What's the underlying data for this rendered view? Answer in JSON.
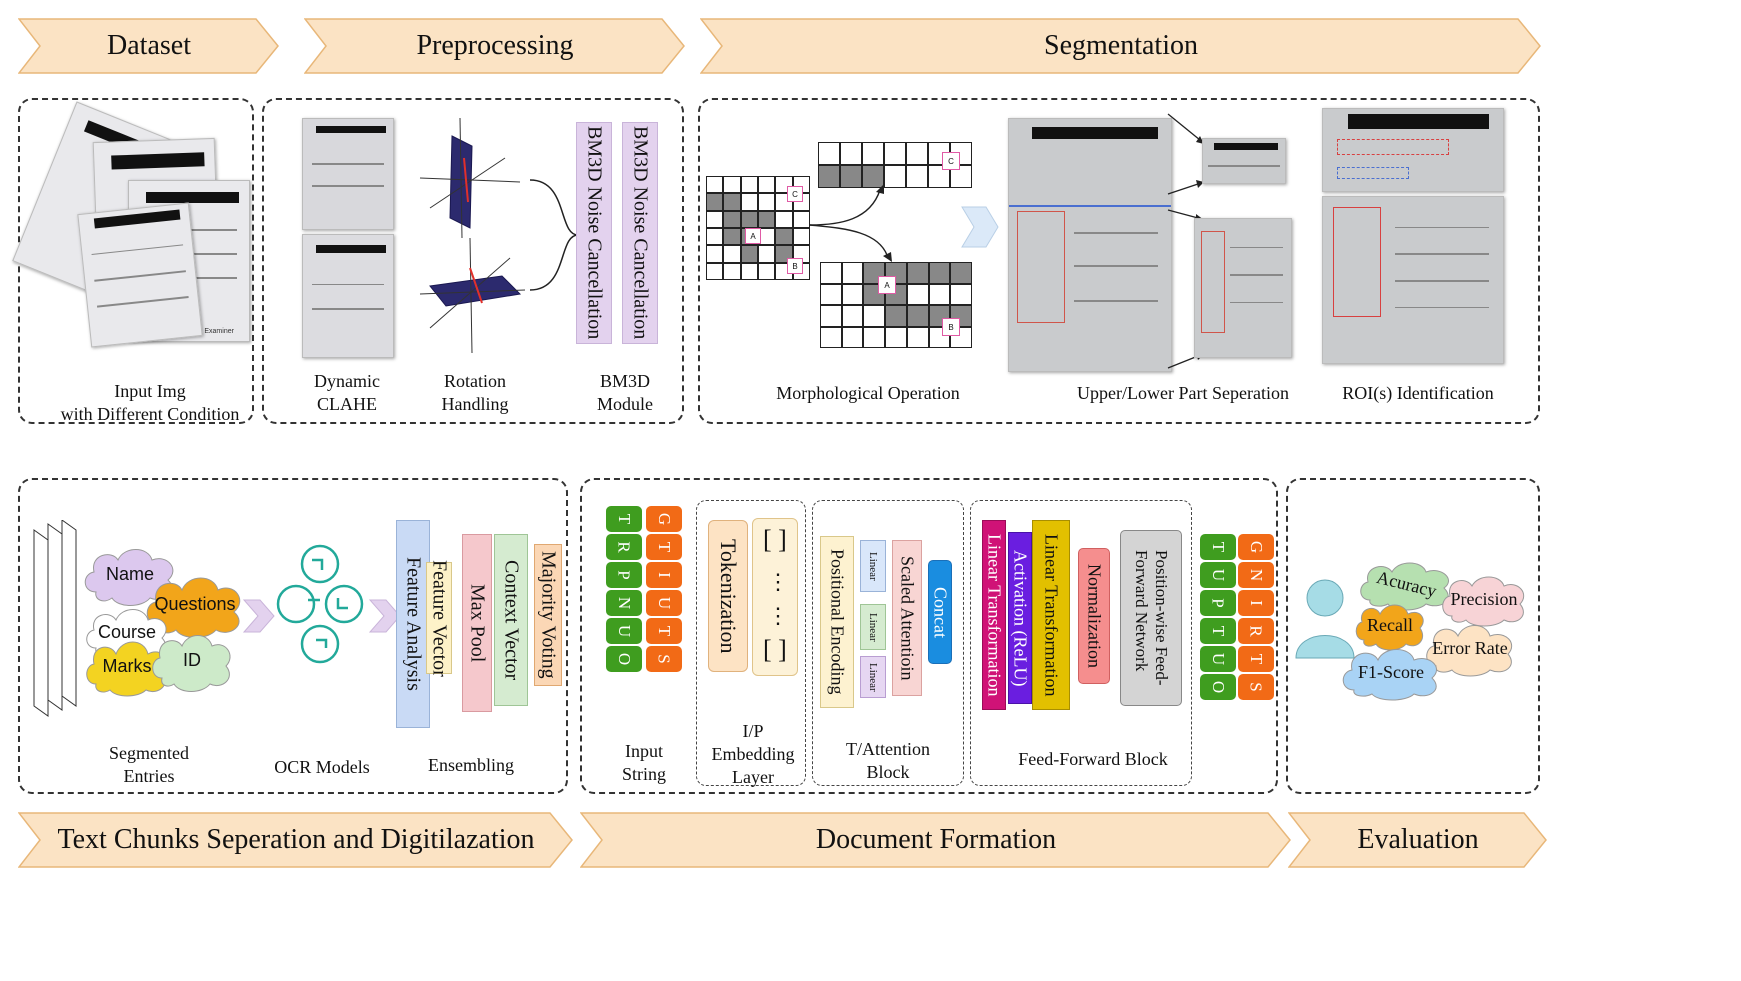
{
  "stages_top": {
    "dataset": "Dataset",
    "preprocessing": "Preprocessing",
    "segmentation": "Segmentation"
  },
  "stages_bottom": {
    "text_chunks": "Text Chunks Seperation and Digitilazation",
    "document_formation": "Document Formation",
    "evaluation": "Evaluation"
  },
  "dataset": {
    "caption": "Input Img\nwith Different Condition",
    "doc_footer": "Signature of the Examiner"
  },
  "preprocessing": {
    "clahe_caption": "Dynamic\nCLAHE",
    "rotation_caption": "Rotation\nHandling",
    "bm3d_caption": "BM3D\nModule",
    "bm3d_bar_1": "BM3D Noise Cancellation",
    "bm3d_bar_2": "BM3D Noise Cancellation"
  },
  "segmentation": {
    "morph_caption": "Morphological Operation",
    "split_caption": "Upper/Lower Part Seperation",
    "roi_caption": "ROI(s) Identification",
    "marker_a": "A",
    "marker_b": "B",
    "marker_c": "C"
  },
  "text_chunks": {
    "clouds": [
      "Name",
      "Questions",
      "Course",
      "Marks",
      "ID"
    ],
    "segmented_caption": "Segmented\nEntries",
    "ocr_caption": "OCR Models",
    "ensembling_caption": "Ensembling",
    "bars": [
      "Feature Analysis",
      "Feature Vector",
      "Max Pool",
      "Context Vector",
      "Majority Voting"
    ]
  },
  "document_formation": {
    "input_tokens_left": [
      "T",
      "R",
      "P",
      "N",
      "U",
      "O"
    ],
    "input_tokens_right": [
      "G",
      "T",
      "I",
      "U",
      "T",
      "S"
    ],
    "input_caption": "Input\nString",
    "tokenization": "Tokenization",
    "embedding_caption": "I/P\nEmbedding\nLayer",
    "positional_encoding": "Positional Encoding",
    "linear_1": "Linear",
    "linear_2": "Linear",
    "linear_3": "Linear",
    "scaled_attention": "Scaled Attentioin",
    "concat": "Concat",
    "attention_caption": "T/Attention\nBlock",
    "linear_transformation_1": "Linear Transformation",
    "activation": "Activation (ReLU)",
    "linear_transformation_2": "Linear Transformation",
    "normalization": "Normalization",
    "position_wise": "Position-wise Feed-\nForward Network",
    "ff_caption": "Feed-Forward Block",
    "output_tokens_left": [
      "T",
      "U",
      "P",
      "T",
      "U",
      "O"
    ],
    "output_tokens_right": [
      "G",
      "N",
      "I",
      "R",
      "T",
      "S"
    ]
  },
  "evaluation": {
    "accuracy": "Acuracy",
    "precision": "Precision",
    "recall": "Recall",
    "error_rate": "Error Rate",
    "f1": "F1-Score"
  },
  "colors": {
    "stage_fill": "#fbe3c4",
    "stage_stroke": "#e8b779",
    "purple_bar": "#e3d2ee",
    "token_green": "#3f9d1f",
    "token_orange": "#f26a16",
    "cloud_purple": "#dcc8ee",
    "cloud_orange": "#f2a51a",
    "cloud_yellow": "#f3d321",
    "cloud_green": "#cdeac9",
    "cloud_blue": "#a9d3f5",
    "cloud_pink": "#f7d3d6"
  }
}
